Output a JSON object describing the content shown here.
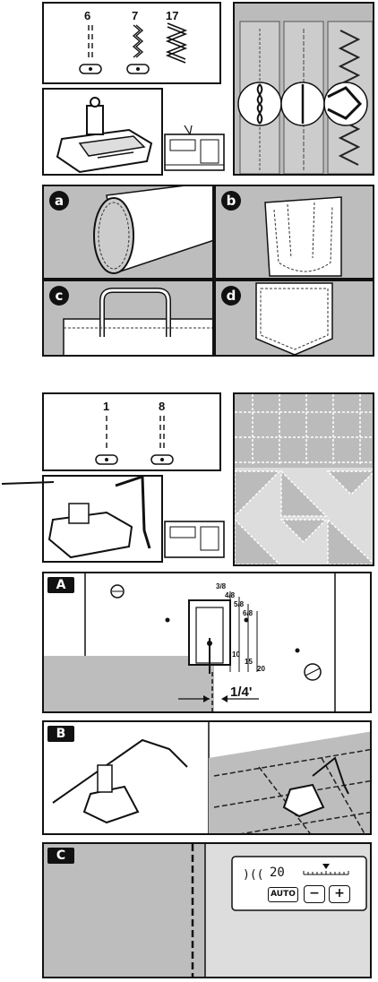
{
  "fig1": {
    "stitch_numbers": [
      "6",
      "7",
      "17"
    ]
  },
  "panels_abcd": {
    "labels": [
      "a",
      "b",
      "c",
      "d"
    ]
  },
  "fig2": {
    "stitch_numbers": [
      "1",
      "8"
    ]
  },
  "panel_A": {
    "label": "A",
    "fractions": [
      "3/8",
      "4/8",
      "5/8",
      "6/8"
    ],
    "mm_marks": [
      "10",
      "15",
      "20"
    ],
    "quarter_inch": "1/4'"
  },
  "panel_B": {
    "label": "B"
  },
  "panel_C": {
    "label": "C",
    "display": {
      "stitch_length": "20",
      "auto_button": "AUTO",
      "minus_button": "−",
      "plus_button": "+"
    }
  }
}
